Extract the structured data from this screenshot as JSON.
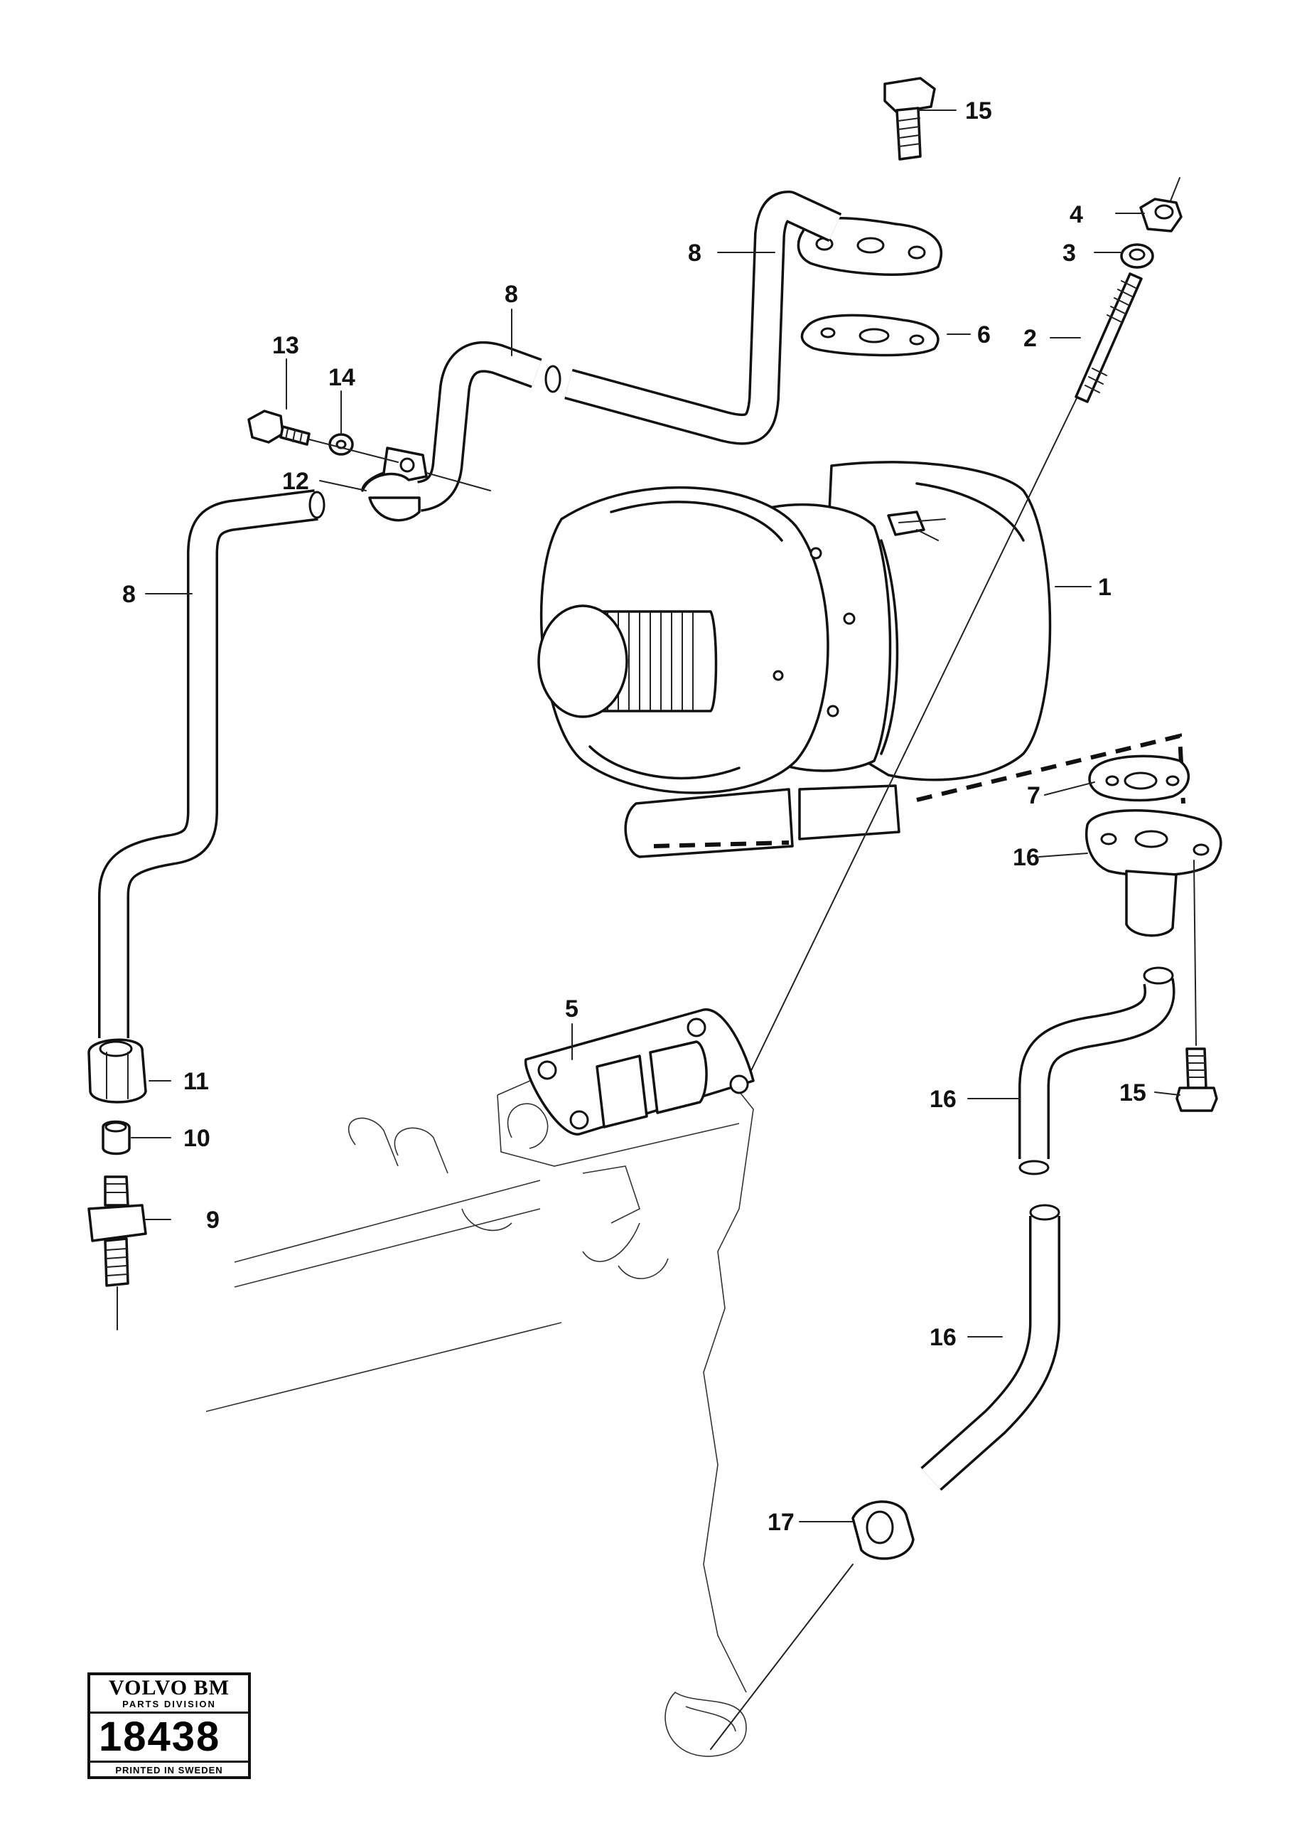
{
  "diagram": {
    "callouts": [
      "1",
      "2",
      "3",
      "4",
      "5",
      "6",
      "7",
      "8",
      "8",
      "8",
      "9",
      "10",
      "11",
      "12",
      "13",
      "14",
      "15",
      "15",
      "16",
      "16",
      "16",
      "17"
    ]
  },
  "badge": {
    "brand": "VOLVO BM",
    "division": "PARTS DIVISION",
    "number": "18438",
    "printed": "PRINTED IN SWEDEN"
  }
}
